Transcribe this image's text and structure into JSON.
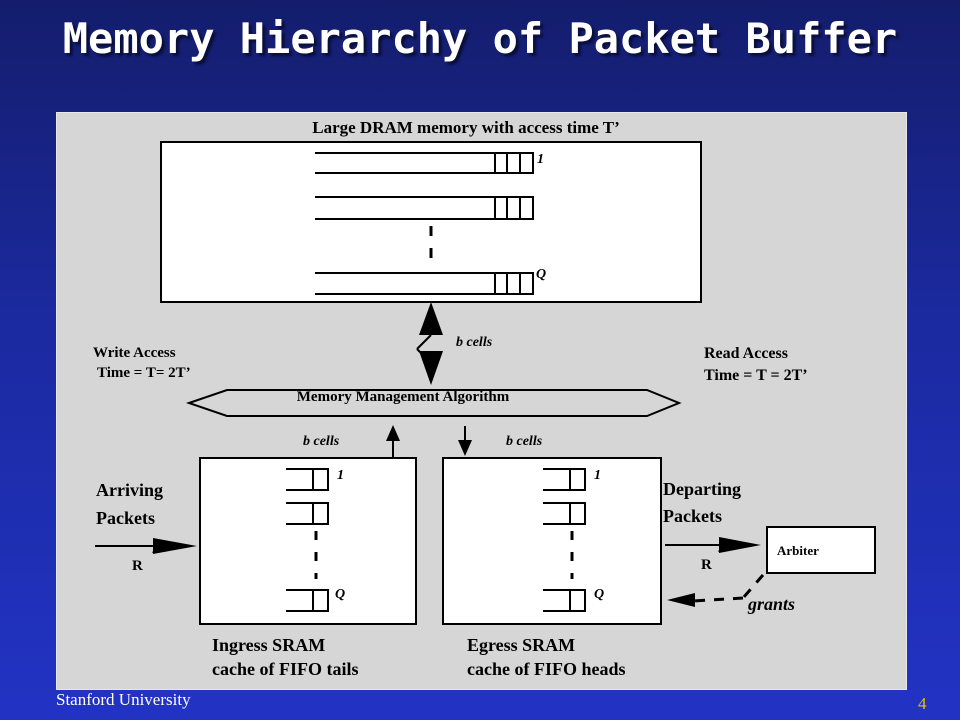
{
  "slide": {
    "title": "Memory Hierarchy of Packet Buffer",
    "footer": "Stanford University",
    "page_number": "4"
  },
  "diagram": {
    "dram_label": "Large DRAM memory with access time T’",
    "dram_queue_first": "1",
    "dram_queue_last": "Q",
    "dram_bus_label": "b  cells",
    "write_access_line1": "Write Access",
    "write_access_line2": "Time = T= 2T’",
    "read_access_line1": "Read Access",
    "read_access_line2": "Time = T = 2T’",
    "mma_label": "Memory Management Algorithm",
    "ingress_bus_label": "b  cells",
    "egress_bus_label": "b cells",
    "ingress_queue_first": "1",
    "ingress_queue_last": "Q",
    "egress_queue_first": "1",
    "egress_queue_last": "Q",
    "arriving_line1": "Arriving",
    "arriving_line2": "Packets",
    "arriving_rate": "R",
    "departing_line1": "Departing",
    "departing_line2": "Packets",
    "departing_rate": "R",
    "arbiter_label": "Arbiter",
    "grants_label": "grants",
    "ingress_caption_line1": "Ingress SRAM",
    "ingress_caption_line2": "cache of FIFO tails",
    "egress_caption_line1": "Egress SRAM",
    "egress_caption_line2": "cache of FIFO heads"
  }
}
